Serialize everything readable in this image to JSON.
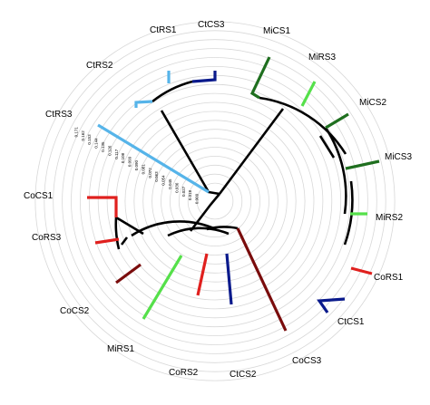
{
  "tree": {
    "leaves": [
      "CtRS1",
      "CtCS3",
      "MiCS1",
      "MiRS3",
      "MiCS2",
      "MiCS3",
      "MiRS2",
      "CoRS1",
      "CtCS1",
      "CoCS3",
      "CtCS2",
      "CoRS2",
      "MiRS1",
      "CoCS2",
      "CoRS3",
      "CoCS1",
      "CtRS3",
      "CtRS2"
    ],
    "scale_ticks": [
      "0.171",
      "0.162",
      "0.153",
      "0.144",
      "0.135",
      "0.126",
      "0.117",
      "0.108",
      "0.099",
      "0.090",
      "0.081",
      "0.072",
      "0.063",
      "0.054",
      "0.045",
      "0.036",
      "0.027",
      "0.018",
      "0.009"
    ],
    "colors": {
      "Ct": "#56b4e9",
      "Ct_dark": "#0a1a8c",
      "Mi_dark": "#1f6f1f",
      "Mi_light": "#55e04a",
      "Co_red": "#e0201e",
      "Co_dark": "#7a0c0c",
      "internal": "#000000"
    }
  }
}
